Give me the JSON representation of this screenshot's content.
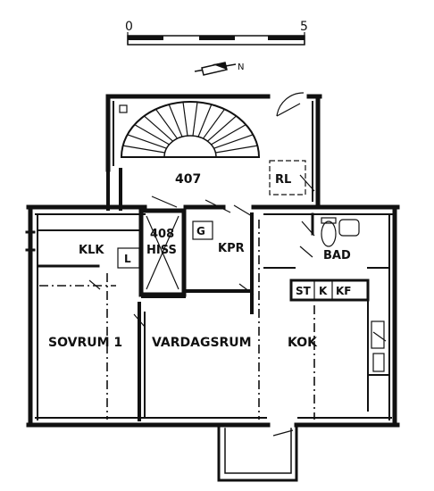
{
  "scale_bar": {
    "start": "0",
    "end": "5"
  },
  "north_symbol": "N",
  "rooms": {
    "stair_hall": "407",
    "rl": "RL",
    "klk": "KLK",
    "l": "L",
    "elevator_number": "408",
    "elevator": "HISS",
    "g": "G",
    "kpr": "KPR",
    "bad": "BAD",
    "st": "ST",
    "k": "K",
    "kf": "KF",
    "sovrum": "SOVRUM 1",
    "vardagsrum": "VARDAGSRUM",
    "kok": "KOK"
  },
  "icons": {
    "north_arrow": "north-arrow-icon",
    "door_swing": "door-swing-icon",
    "toilet": "toilet-icon",
    "sink": "sink-icon",
    "stair": "spiral-stair-icon"
  }
}
